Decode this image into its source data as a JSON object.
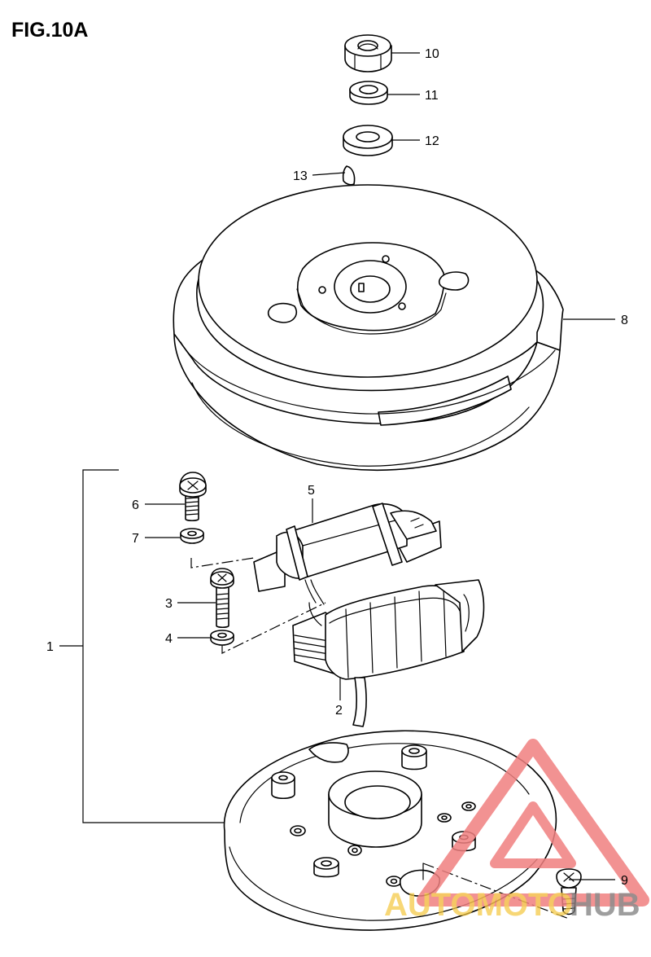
{
  "figure": {
    "title": "FIG.10A"
  },
  "callouts": [
    {
      "id": "10",
      "label": "10"
    },
    {
      "id": "11",
      "label": "11"
    },
    {
      "id": "12",
      "label": "12"
    },
    {
      "id": "13",
      "label": "13"
    },
    {
      "id": "8",
      "label": "8"
    },
    {
      "id": "5",
      "label": "5"
    },
    {
      "id": "6",
      "label": "6"
    },
    {
      "id": "7",
      "label": "7"
    },
    {
      "id": "3",
      "label": "3"
    },
    {
      "id": "4",
      "label": "4"
    },
    {
      "id": "1",
      "label": "1"
    },
    {
      "id": "2",
      "label": "2"
    },
    {
      "id": "9",
      "label": "9"
    }
  ],
  "watermark": {
    "text_part1": "AUTOMOTO",
    "text_part2": "HUB",
    "color_primary": "#f08080",
    "color_accent": "#f5c842",
    "color_secondary": "#7a7a7a"
  }
}
